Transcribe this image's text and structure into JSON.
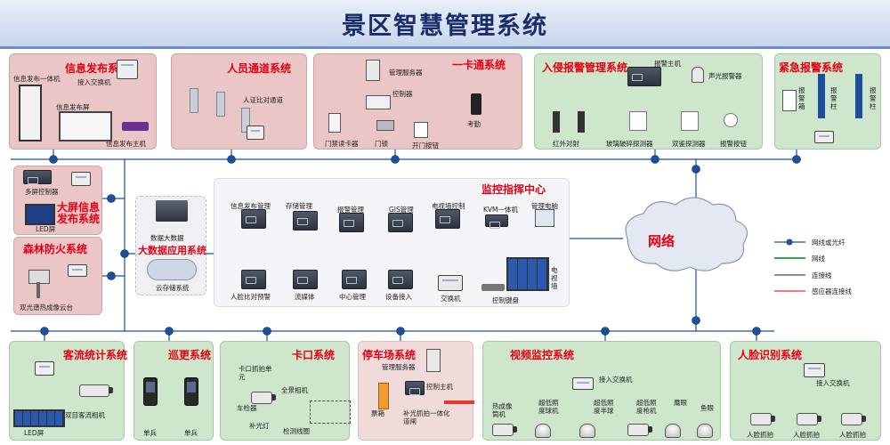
{
  "title": "景区智慧管理系统",
  "center": {
    "title": "监控指挥中心",
    "top_devices": [
      "信息发布管理",
      "存储管理",
      "报警管理",
      "GIS管理",
      "电视墙控制",
      "KVM一体机",
      "管理电脑"
    ],
    "bottom_devices": [
      "人脸比对预警",
      "流媒体",
      "中心管理",
      "设备接入",
      "交换机"
    ],
    "tv_wall": "电视墙",
    "keyboard": "控制键盘"
  },
  "big_data": {
    "title": "大数据应用系统",
    "cloud_label": "云存储系统",
    "db_label": "数据大数据"
  },
  "network": "网络",
  "legend": [
    "网线或光纤",
    "网线",
    "连接线",
    "感应器连接线"
  ],
  "systems": {
    "info": {
      "title": "信息发布系统",
      "labels": [
        "信息发布一体机",
        "接入交换机",
        "信息发布屏",
        "信息发布主机"
      ]
    },
    "people": {
      "title": "人员通道系统",
      "labels": [
        "人证比对通道"
      ]
    },
    "card": {
      "title": "一卡通系统",
      "labels": [
        "管理服务器",
        "控制器",
        "门禁读卡器",
        "门锁",
        "开门按钮",
        "考勤"
      ]
    },
    "intrusion": {
      "title": "入侵报警管理系统",
      "labels": [
        "报警主机",
        "声光报警器",
        "红外对射",
        "玻璃破碎探测器",
        "双鉴探测器",
        "报警按钮"
      ]
    },
    "emergency": {
      "title": "紧急报警系统",
      "labels": [
        "报警箱",
        "报警柱",
        "报警柱"
      ]
    },
    "bigscreen": {
      "title": "大屏信息发布系统",
      "labels": [
        "多屏控制器",
        "LED屏"
      ]
    },
    "forest": {
      "title": "森林防火系统",
      "labels": [
        "双光谱热成像云台"
      ]
    },
    "flow": {
      "title": "客流统计系统",
      "labels": [
        "LED屏",
        "双目客流相机"
      ]
    },
    "patrol": {
      "title": "巡更系统",
      "labels": [
        "单兵",
        "单兵"
      ]
    },
    "checkpoint": {
      "title": "卡口系统",
      "labels": [
        "卡口抓拍单元",
        "全景相机",
        "车检器",
        "补光灯",
        "检测线圈"
      ]
    },
    "parking": {
      "title": "停车场系统",
      "labels": [
        "管理服务器",
        "控制主机",
        "票箱",
        "补光抓拍一体化道闸"
      ]
    },
    "video": {
      "title": "视频监控系统",
      "labels": [
        "接入交换机",
        "热成像筒机",
        "超低照度球机",
        "超低照度半球",
        "超低照度枪机",
        "鹰眼",
        "鱼眼"
      ]
    },
    "face": {
      "title": "人脸识别系统",
      "labels": [
        "接入交换机",
        "人脸抓拍",
        "人脸抓拍",
        "人脸抓拍"
      ]
    }
  },
  "colors": {
    "accent_red": "#e60012",
    "link_blue": "#1c4f9e",
    "line_green": "#3aa34a",
    "line_red": "#e03030",
    "line_black": "#222222"
  }
}
